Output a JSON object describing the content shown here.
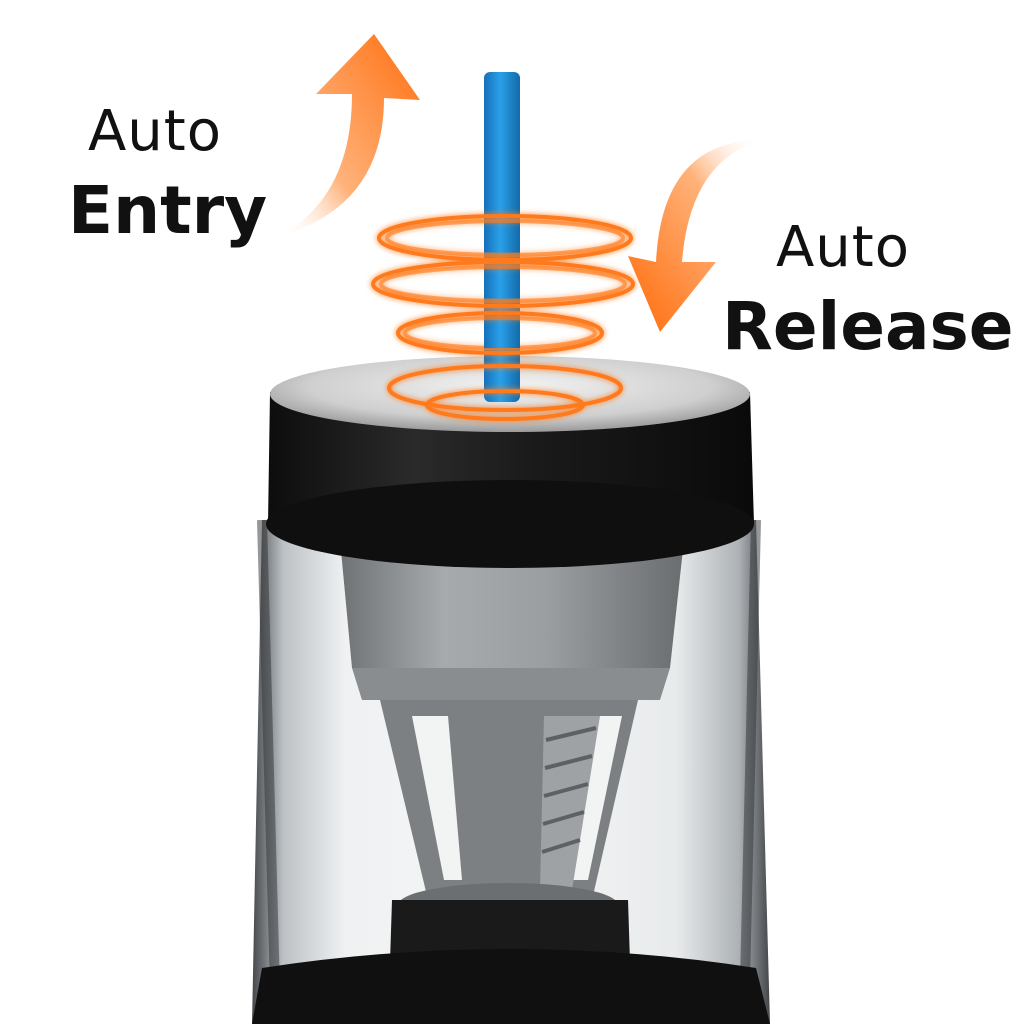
{
  "labels": {
    "entry": {
      "top": "Auto",
      "bottom": "Entry"
    },
    "release": {
      "top": "Auto",
      "bottom": "Release"
    }
  },
  "colors": {
    "pencil": "#1e8fd8",
    "accent_orange": "#ff7a1a",
    "cap_black": "#1c1c1c",
    "housing_clear": "#c9cdd1"
  },
  "icons": [
    "up-arrow-icon",
    "down-arrow-icon",
    "spiral-rings-icon"
  ]
}
